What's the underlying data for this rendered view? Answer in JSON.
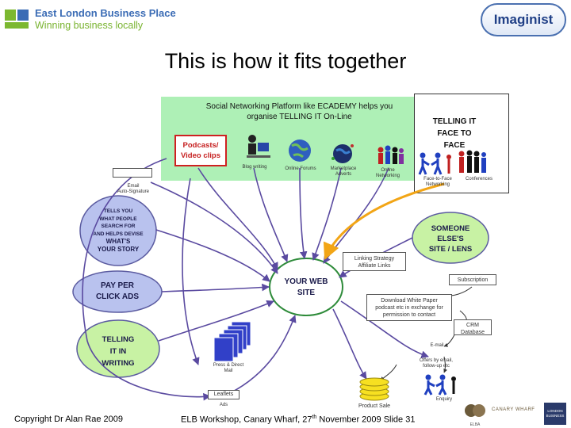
{
  "header": {
    "left_logo": {
      "line1": "East London Business Place",
      "line2": "Winning business locally"
    },
    "right_logo": {
      "text": "Imaginist"
    }
  },
  "title": "This is how it fits together",
  "platform": {
    "title": "Social Networking Platform like ECADEMY helps you organise TELLING IT On-Line",
    "icons": [
      {
        "icon": "person-at-computer-icon",
        "label": "Blog writing"
      },
      {
        "icon": "globe-icon",
        "label": "Online Forums"
      },
      {
        "icon": "globe-network-icon",
        "label": "Marketplace Adverts"
      },
      {
        "icon": "people-group-icon",
        "label": "Online Networking"
      }
    ]
  },
  "podcasts": {
    "line1": "Podcasts/",
    "line2": "Video clips"
  },
  "face_to_face": {
    "lines": [
      "TELLING IT",
      "FACE TO",
      "FACE"
    ],
    "labels": [
      "Face-to-Face Networking",
      "Conferences"
    ]
  },
  "left_top": {
    "box": "",
    "caption1": "Email",
    "caption2": "Auto-Signature"
  },
  "nodes": {
    "tells_you": [
      "TELLS YOU",
      "WHAT PEOPLE",
      "SEARCH FOR",
      "AND HELPS DEVISE",
      "WHAT'S",
      "YOUR STORY"
    ],
    "pay_per_click": [
      "PAY PER",
      "CLICK ADS"
    ],
    "telling_writing": [
      "TELLING",
      "IT IN",
      "WRITING"
    ],
    "your_web_site": [
      "YOUR WEB",
      "SITE"
    ],
    "someone_else": [
      "SOMEONE",
      "ELSE'S",
      "SITE / LENS"
    ]
  },
  "boxes": {
    "linking_strategy": [
      "Linking Strategy",
      "Affiliate Links"
    ],
    "subscription": "Subscription",
    "white_paper": [
      "Download White Paper",
      "podcast etc in exchange for",
      "permission to contact"
    ],
    "crm": [
      "CRM",
      "Database"
    ],
    "email_small": "E-mail",
    "offers": "Offers by email, follow-up etc",
    "press": "Press & Direct Mail",
    "bottom_box": "Leaflets",
    "bottom_label": "Ads",
    "product_sale": "Product Sale",
    "enquiry": "Enquiry"
  },
  "footer": {
    "left": "Copyright Dr Alan Rae 2009",
    "mid_prefix": "ELB Workshop, Canary Wharf, 27",
    "mid_sup": "th",
    "mid_suffix": " November 2009   Slide 31",
    "logos": [
      "ELBA",
      "CANARY WHARF",
      "LONDON BUSINESS"
    ]
  },
  "colors": {
    "platform_green": "#aef0b6",
    "ellipse_blue": "#b9c2ee",
    "ellipse_green": "#c8f2a4",
    "ellipse_white_green": "#ffffff",
    "arrow_purple": "#5a4aa0",
    "arrow_orange": "#f2a516",
    "podcast_red": "#c62020"
  }
}
